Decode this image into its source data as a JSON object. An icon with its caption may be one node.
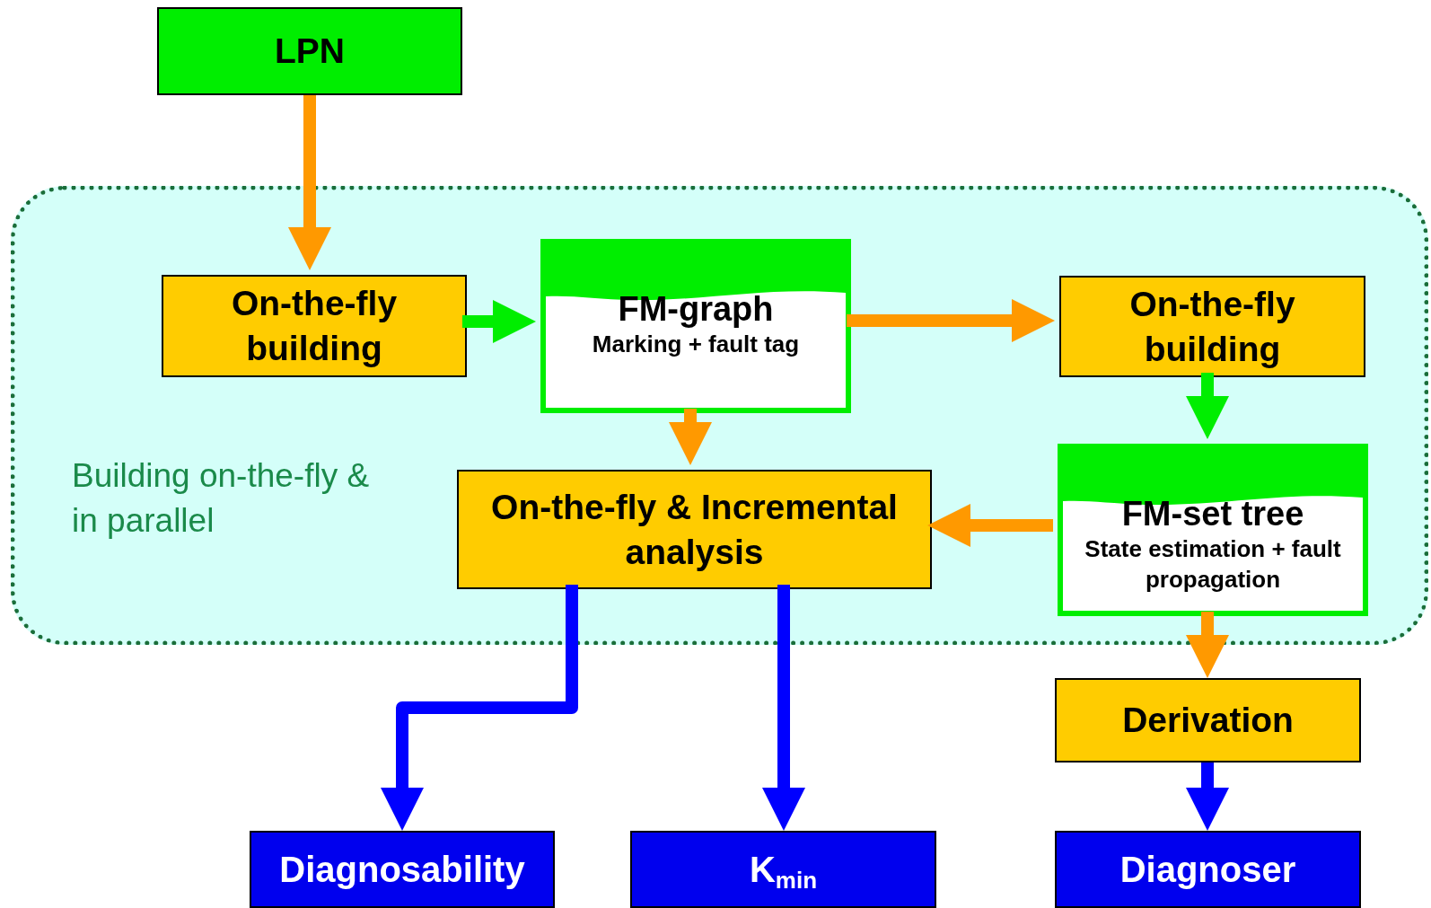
{
  "diagram": {
    "nodes": [
      {
        "text": [
          "LPN"
        ]
      },
      {
        "text": [
          "Building on-the-fly & in parallel"
        ]
      },
      {
        "text": [
          "On-the-fly building"
        ],
        "in": 1
      },
      {
        "text": [
          "FM-graph",
          "Marking + fault tag"
        ],
        "in": 1
      },
      {
        "text": [
          "On-the-fly building"
        ],
        "in": 1
      },
      {
        "text": [
          "On-the-fly & Incremental analysis"
        ],
        "in": 1
      },
      {
        "text": [
          "FM-set tree",
          "State estimation + fault propagation"
        ],
        "in": 1
      },
      {
        "text": [
          "Derivation"
        ]
      },
      {
        "text": [
          "Diagnosability"
        ]
      },
      {
        "text": [
          "K$_{min}$"
        ]
      },
      {
        "text": [
          "Diagnoser"
        ]
      }
    ],
    "edges": [
      {
        "from": 0,
        "to": 2,
        "arrow": "to"
      },
      {
        "from": 2,
        "to": 3,
        "arrow": "to",
        "color": "#00ee00"
      },
      {
        "from": 3,
        "to": 4,
        "arrow": "to"
      },
      {
        "from": 4,
        "to": 6,
        "arrow": "to",
        "color": "#00ee00"
      },
      {
        "from": 3,
        "to": 5,
        "arrow": "to"
      },
      {
        "from": 6,
        "to": 5,
        "arrow": "to"
      },
      {
        "from": 6,
        "to": 7,
        "arrow": "to"
      },
      {
        "from": 5,
        "to": 8,
        "arrow": "to",
        "color": "#0000ff"
      },
      {
        "from": 5,
        "to": 9,
        "arrow": "to",
        "color": "#0000ff"
      },
      {
        "from": 7,
        "to": 10,
        "arrow": "to",
        "color": "#0000ff"
      }
    ]
  }
}
